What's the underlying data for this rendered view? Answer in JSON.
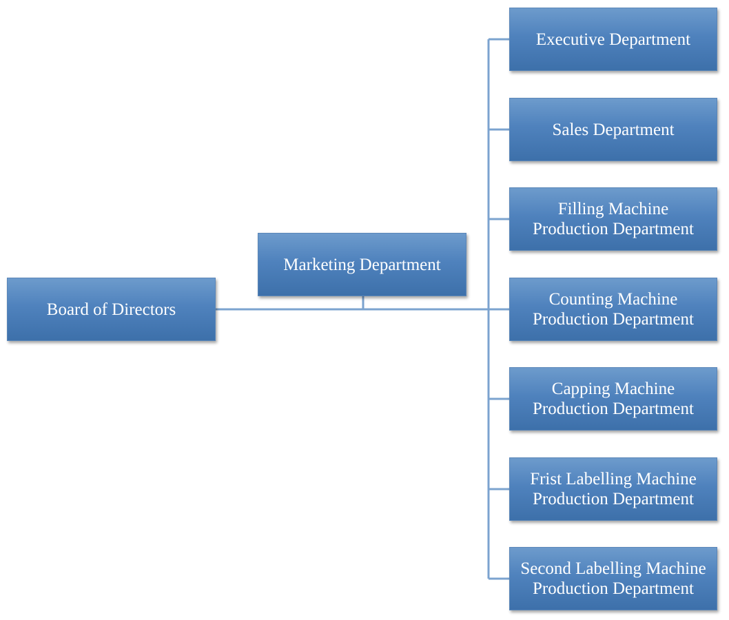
{
  "colors": {
    "box_fill_top": "#6d9bcc",
    "box_fill_bottom": "#3d70aa",
    "connector": "#7ba3cf",
    "text": "#ffffff"
  },
  "root": {
    "label": "Board of Directors"
  },
  "assistant": {
    "label": "Marketing Department"
  },
  "departments": [
    {
      "label": "Executive Department"
    },
    {
      "label": "Sales Department"
    },
    {
      "label": "Filling Machine\nProduction Department"
    },
    {
      "label": "Counting Machine\nProduction Department"
    },
    {
      "label": "Capping  Machine\nProduction Department"
    },
    {
      "label": "Frist Labelling Machine\nProduction Department"
    },
    {
      "label": "Second Labelling Machine\nProduction Department"
    }
  ]
}
